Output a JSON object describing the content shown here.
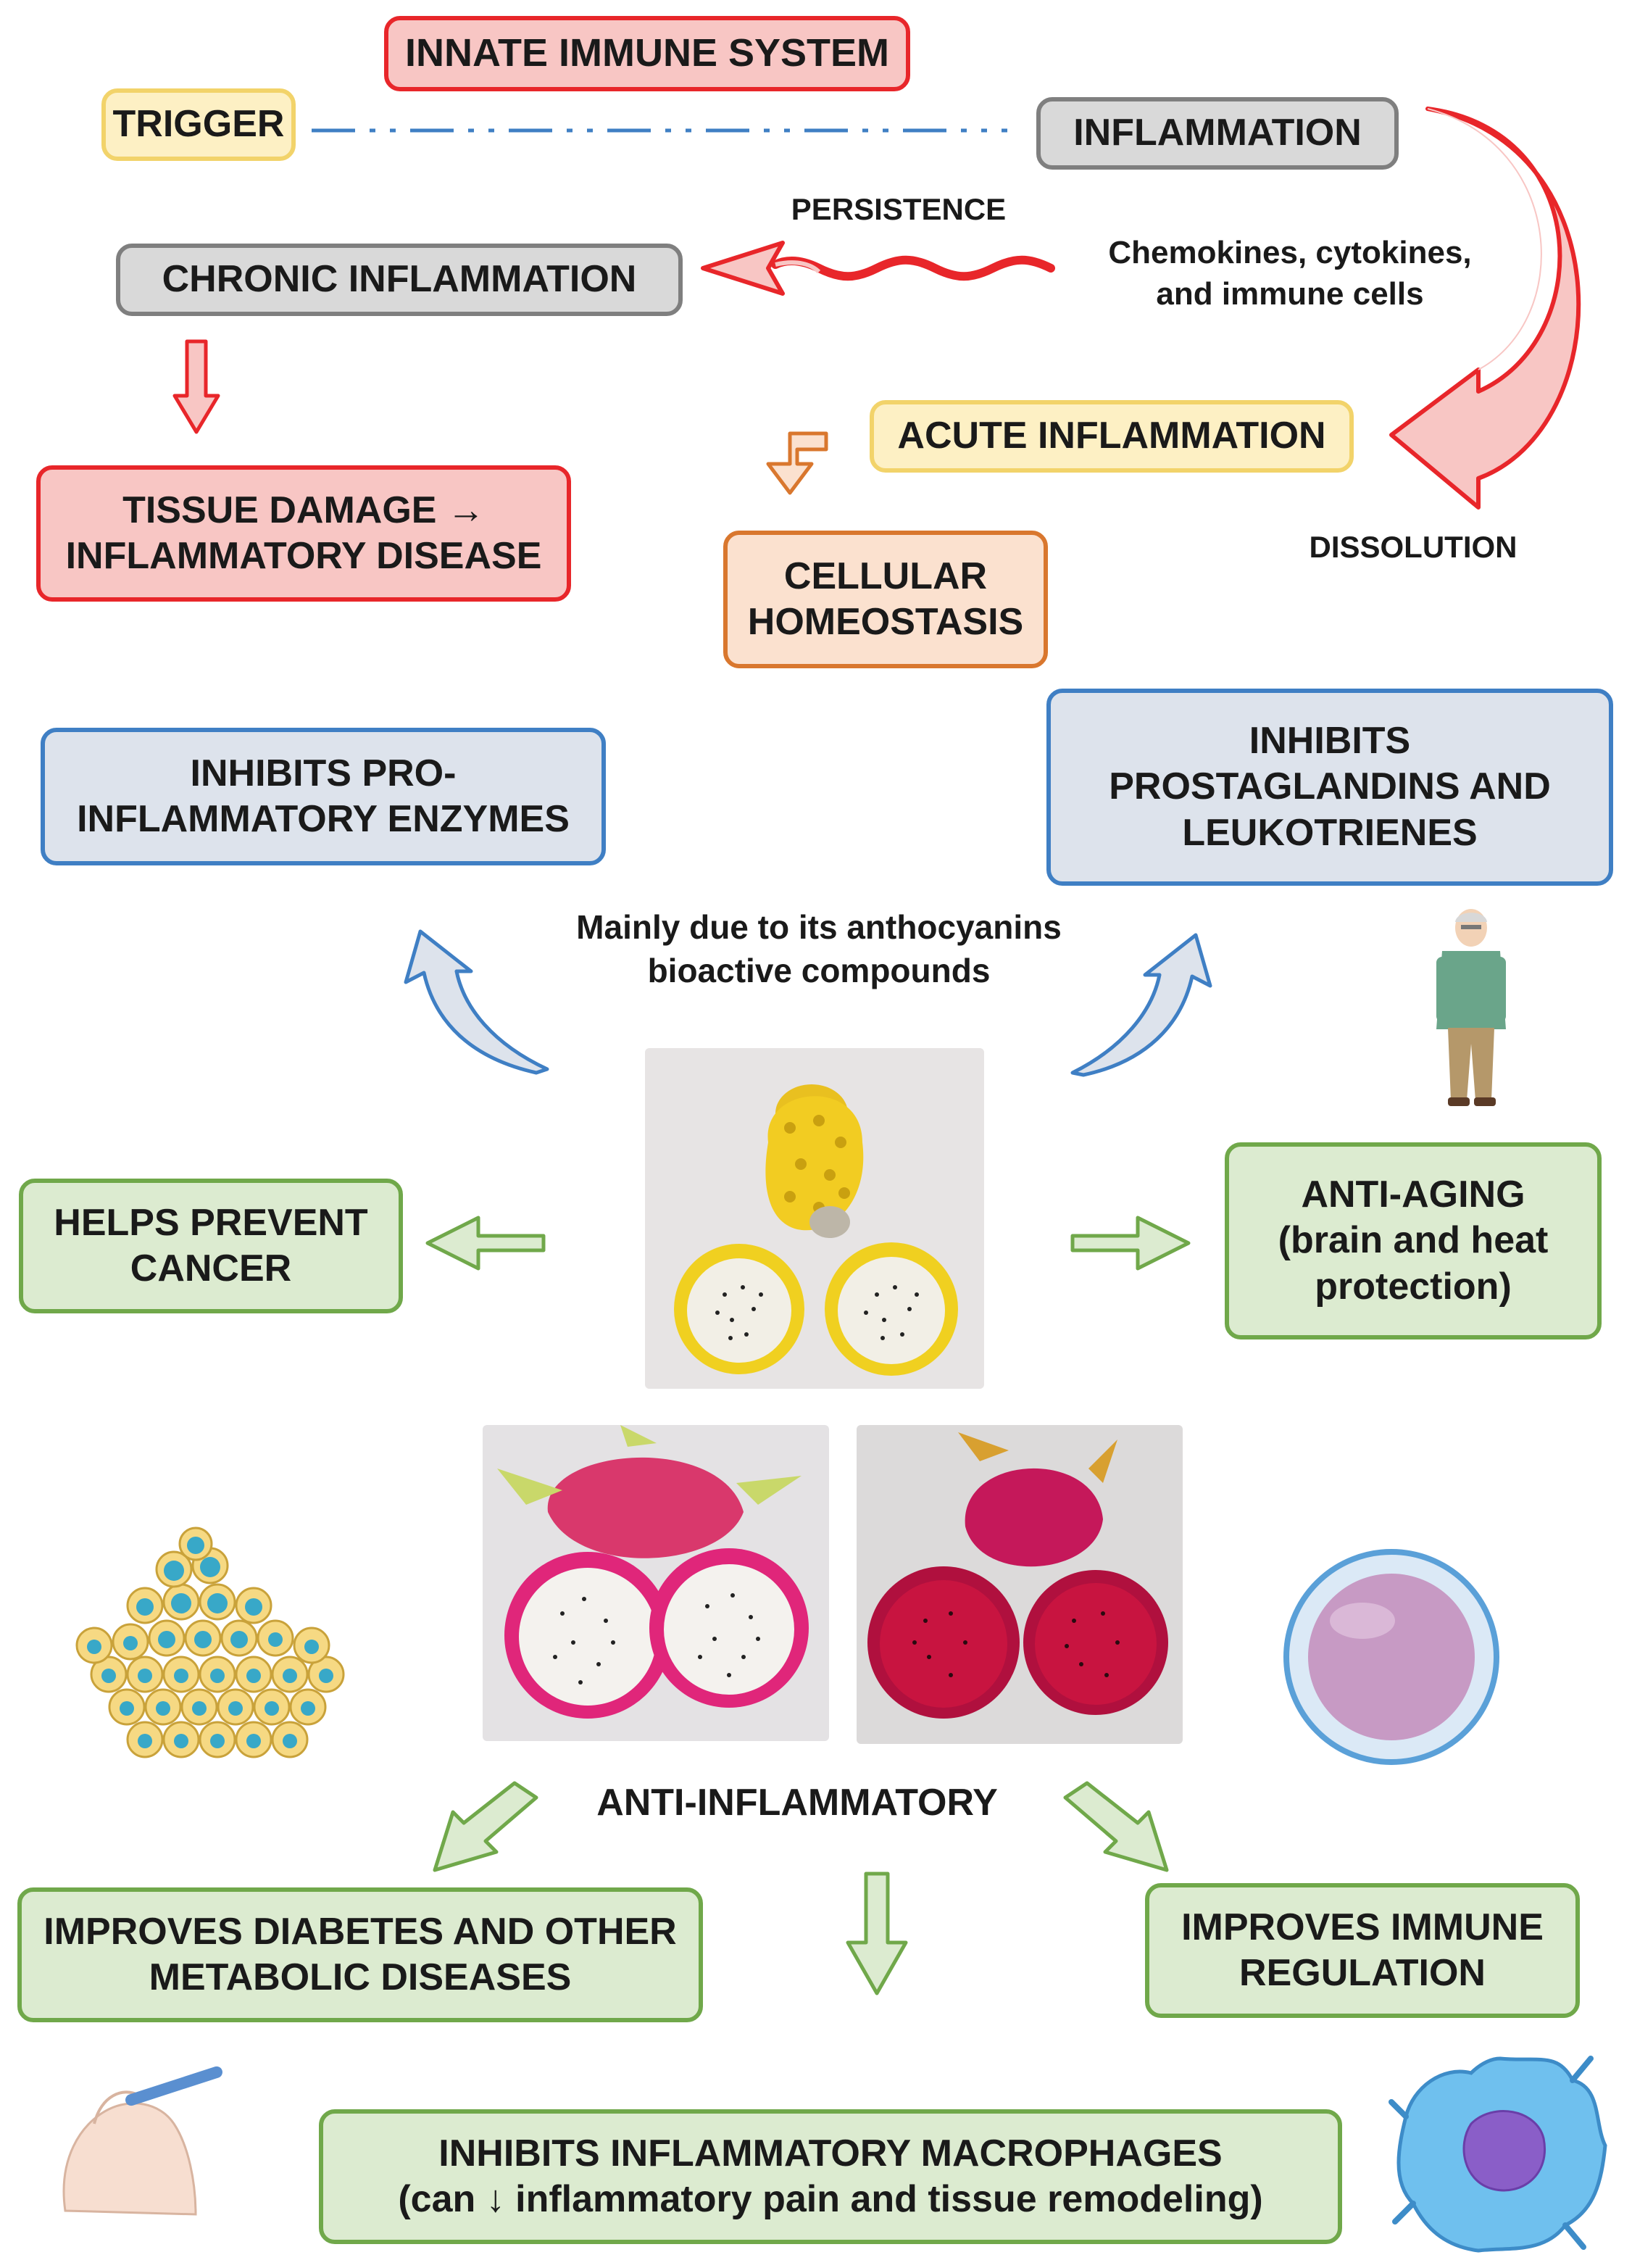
{
  "top": {
    "innate_immune_system": "INNATE IMMUNE SYSTEM",
    "trigger": "TRIGGER",
    "inflammation": "INFLAMMATION",
    "persistence": "PERSISTENCE",
    "chemokines": "Chemokines, cytokines,\nand immune cells",
    "chronic_inflammation": "CHRONIC INFLAMMATION",
    "acute_inflammation": "ACUTE INFLAMMATION",
    "tissue_damage": "TISSUE DAMAGE → INFLAMMATORY DISEASE",
    "cellular_homeostasis": "CELLULAR HOMEOSTASIS",
    "dissolution": "DISSOLUTION"
  },
  "middle": {
    "inhibits_enzymes": "INHIBITS PRO-INFLAMMATORY ENZYMES",
    "inhibits_prostaglandins": "INHIBITS PROSTAGLANDINS AND LEUKOTRIENES",
    "anthocyanins": "Mainly due to its anthocyanins\nbioactive compounds",
    "helps_prevent_cancer": "HELPS PREVENT CANCER",
    "anti_aging": "ANTI-AGING\n(brain and heat\nprotection)"
  },
  "bottom": {
    "anti_inflammatory": "ANTI-INFLAMMATORY",
    "improves_diabetes": "IMPROVES DIABETES AND OTHER METABOLIC DISEASES",
    "improves_immune": "IMPROVES IMMUNE REGULATION",
    "inhibits_macrophages": "INHIBITS INFLAMMATORY MACROPHAGES\n(can ↓ inflammatory pain and tissue remodeling)"
  },
  "colors": {
    "red": "#e8262a",
    "blue": "#3f7fc4",
    "green": "#70a84a",
    "orange": "#d9772e"
  }
}
